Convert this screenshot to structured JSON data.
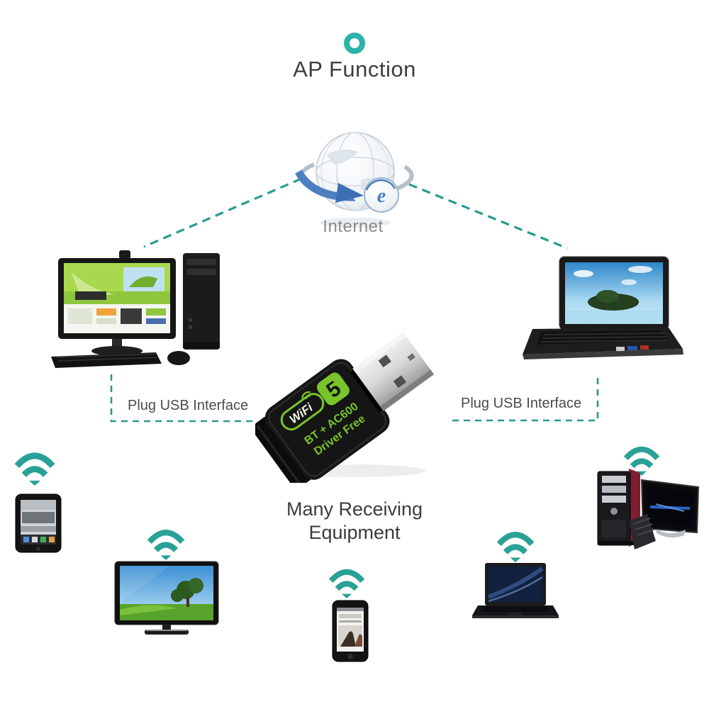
{
  "colors": {
    "teal_accent": "#2aa196",
    "teal_ring": "#2bb3a6",
    "adapter_green": "#79c42c",
    "title_text": "#3d3d3d",
    "caption_text": "#4c4c4c",
    "internet_text": "#8a8a8a"
  },
  "header": {
    "icon": "teal-ring-icon",
    "title": "AP Function"
  },
  "internet": {
    "icon": "internet-globe-icon",
    "label": "Internet"
  },
  "adapter": {
    "icon": "usb-wifi-adapter",
    "logo_text": "WiFi",
    "logo_number": "5",
    "line1": "BT + AC600",
    "line2": "Driver Free"
  },
  "labels": {
    "plug_usb_left": "Plug USB Interface",
    "plug_usb_right": "Plug USB Interface",
    "receiving_line1": "Many Receiving",
    "receiving_line2": "Equipment"
  },
  "devices": {
    "sources": [
      {
        "icon": "desktop-computer-icon",
        "position": "left"
      },
      {
        "icon": "laptop-computer-icon",
        "position": "right"
      }
    ],
    "receivers": [
      {
        "icon": "tablet-icon",
        "signal": "wifi-signal-icon"
      },
      {
        "icon": "television-icon",
        "signal": "wifi-signal-icon"
      },
      {
        "icon": "smartphone-icon",
        "signal": "wifi-signal-icon"
      },
      {
        "icon": "laptop-icon",
        "signal": "wifi-signal-icon"
      },
      {
        "icon": "desktop-tower-icon",
        "signal": "wifi-signal-icon"
      }
    ]
  }
}
